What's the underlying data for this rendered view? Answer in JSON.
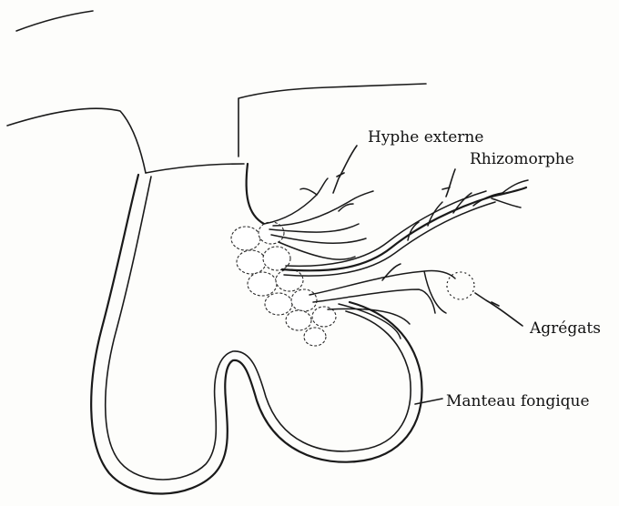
{
  "labels": {
    "hyphe_externe": "Hyphe externe",
    "rhizomorphe": "Rhizomorphe",
    "agregats": "Agrégats",
    "manteau_fongique": "Manteau fongique"
  }
}
